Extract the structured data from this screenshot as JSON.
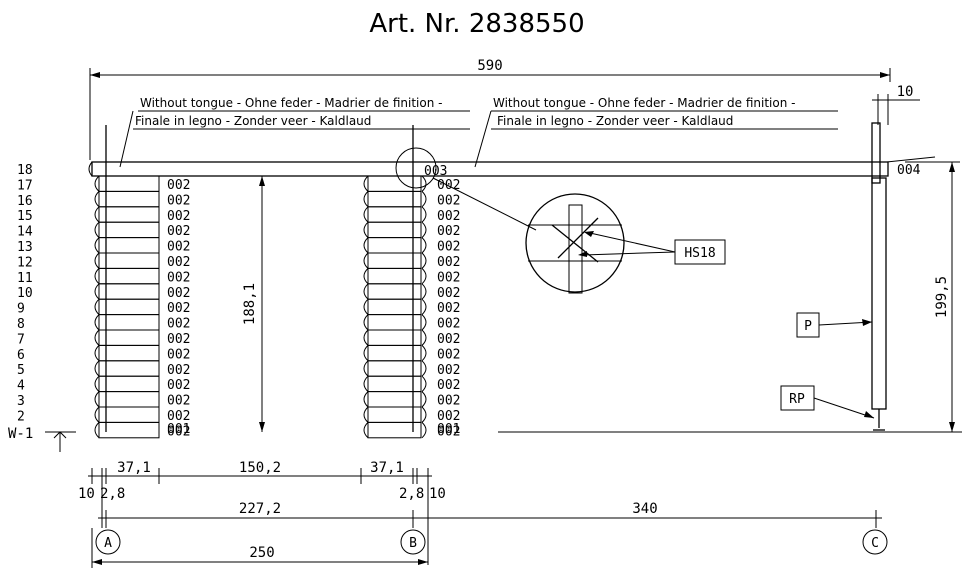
{
  "title": "Art. Nr. 2838550",
  "dimensions": {
    "overall_width": "590",
    "right_offset": "10",
    "wall_height": "188,1",
    "total_height": "199,5",
    "seg_left": "37,1",
    "seg_mid": "150,2",
    "seg_right": "37,1",
    "edge_left": "10",
    "gap_left": "2,8",
    "gap_right": "2,8",
    "edge_right": "10",
    "inner_span": "227,2",
    "bc_span": "340",
    "ab_span": "250"
  },
  "notes": {
    "left_line1": "Without tongue - Ohne feder - Madrier de finition -",
    "left_line2": "Finale in legno - Zonder veer - Kaldlaud",
    "right_line1": "Without tongue - Ohne feder - Madrier de finition -",
    "right_line2": "Finale in legno - Zonder veer - Kaldlaud"
  },
  "rows": [
    "18",
    "17",
    "16",
    "15",
    "14",
    "13",
    "12",
    "11",
    "10",
    "9",
    "8",
    "7",
    "6",
    "5",
    "4",
    "3",
    "2"
  ],
  "wall_label": "W-1",
  "log_codes": {
    "top_center": "003",
    "top_right": "004",
    "standard": "002",
    "bottom": "001"
  },
  "callouts": {
    "hs": "HS18",
    "post": "P",
    "post_base": "RP"
  },
  "axes": [
    "A",
    "B",
    "C"
  ]
}
